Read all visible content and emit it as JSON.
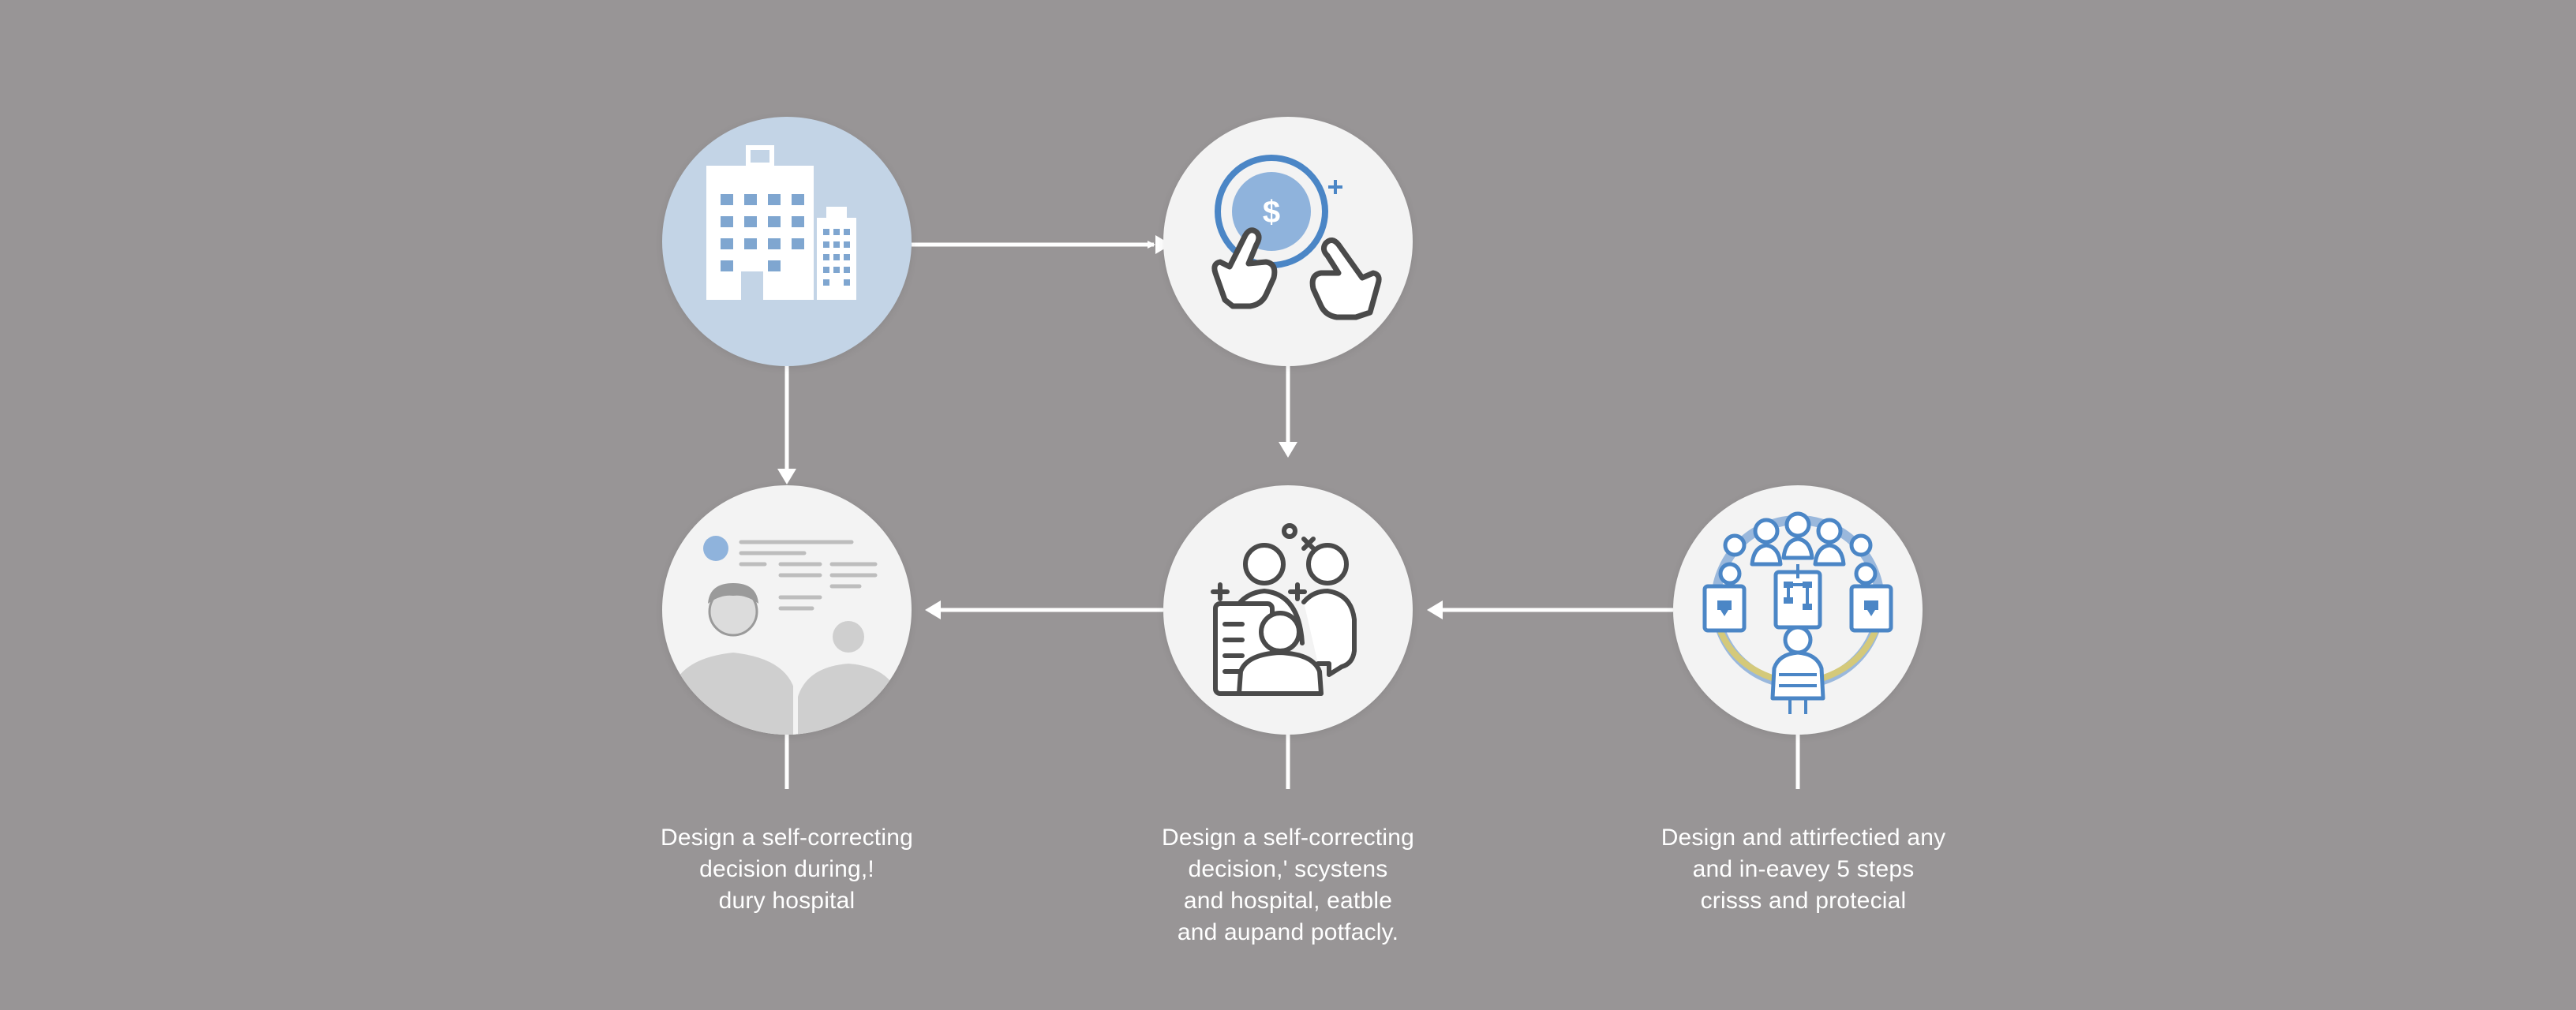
{
  "captions": [
    [
      "Design a self-correcting",
      "decision during,!",
      "dury hospital"
    ],
    [
      "Design a  self-correcting",
      "decision,' scystens",
      "and hospital, eatble",
      "and aupand potfacly."
    ],
    [
      "Design and attirfectied any",
      "and in-eavey 5 steps",
      "crisss and protecial"
    ]
  ],
  "icon_text": {
    "coin_symbol": "$"
  },
  "icons": [
    "hospital-building-icon",
    "payment-touch-icon",
    "team-members-icon",
    "medical-consultation-icon",
    "staff-network-icon"
  ],
  "colors": {
    "background": "#989596",
    "node_fill": "#f3f3f3",
    "node_accent": "#c3d4e6",
    "accent_blue": "#4b86c6",
    "icon_stroke": "#4a4a4a",
    "connector": "#ffffff"
  }
}
